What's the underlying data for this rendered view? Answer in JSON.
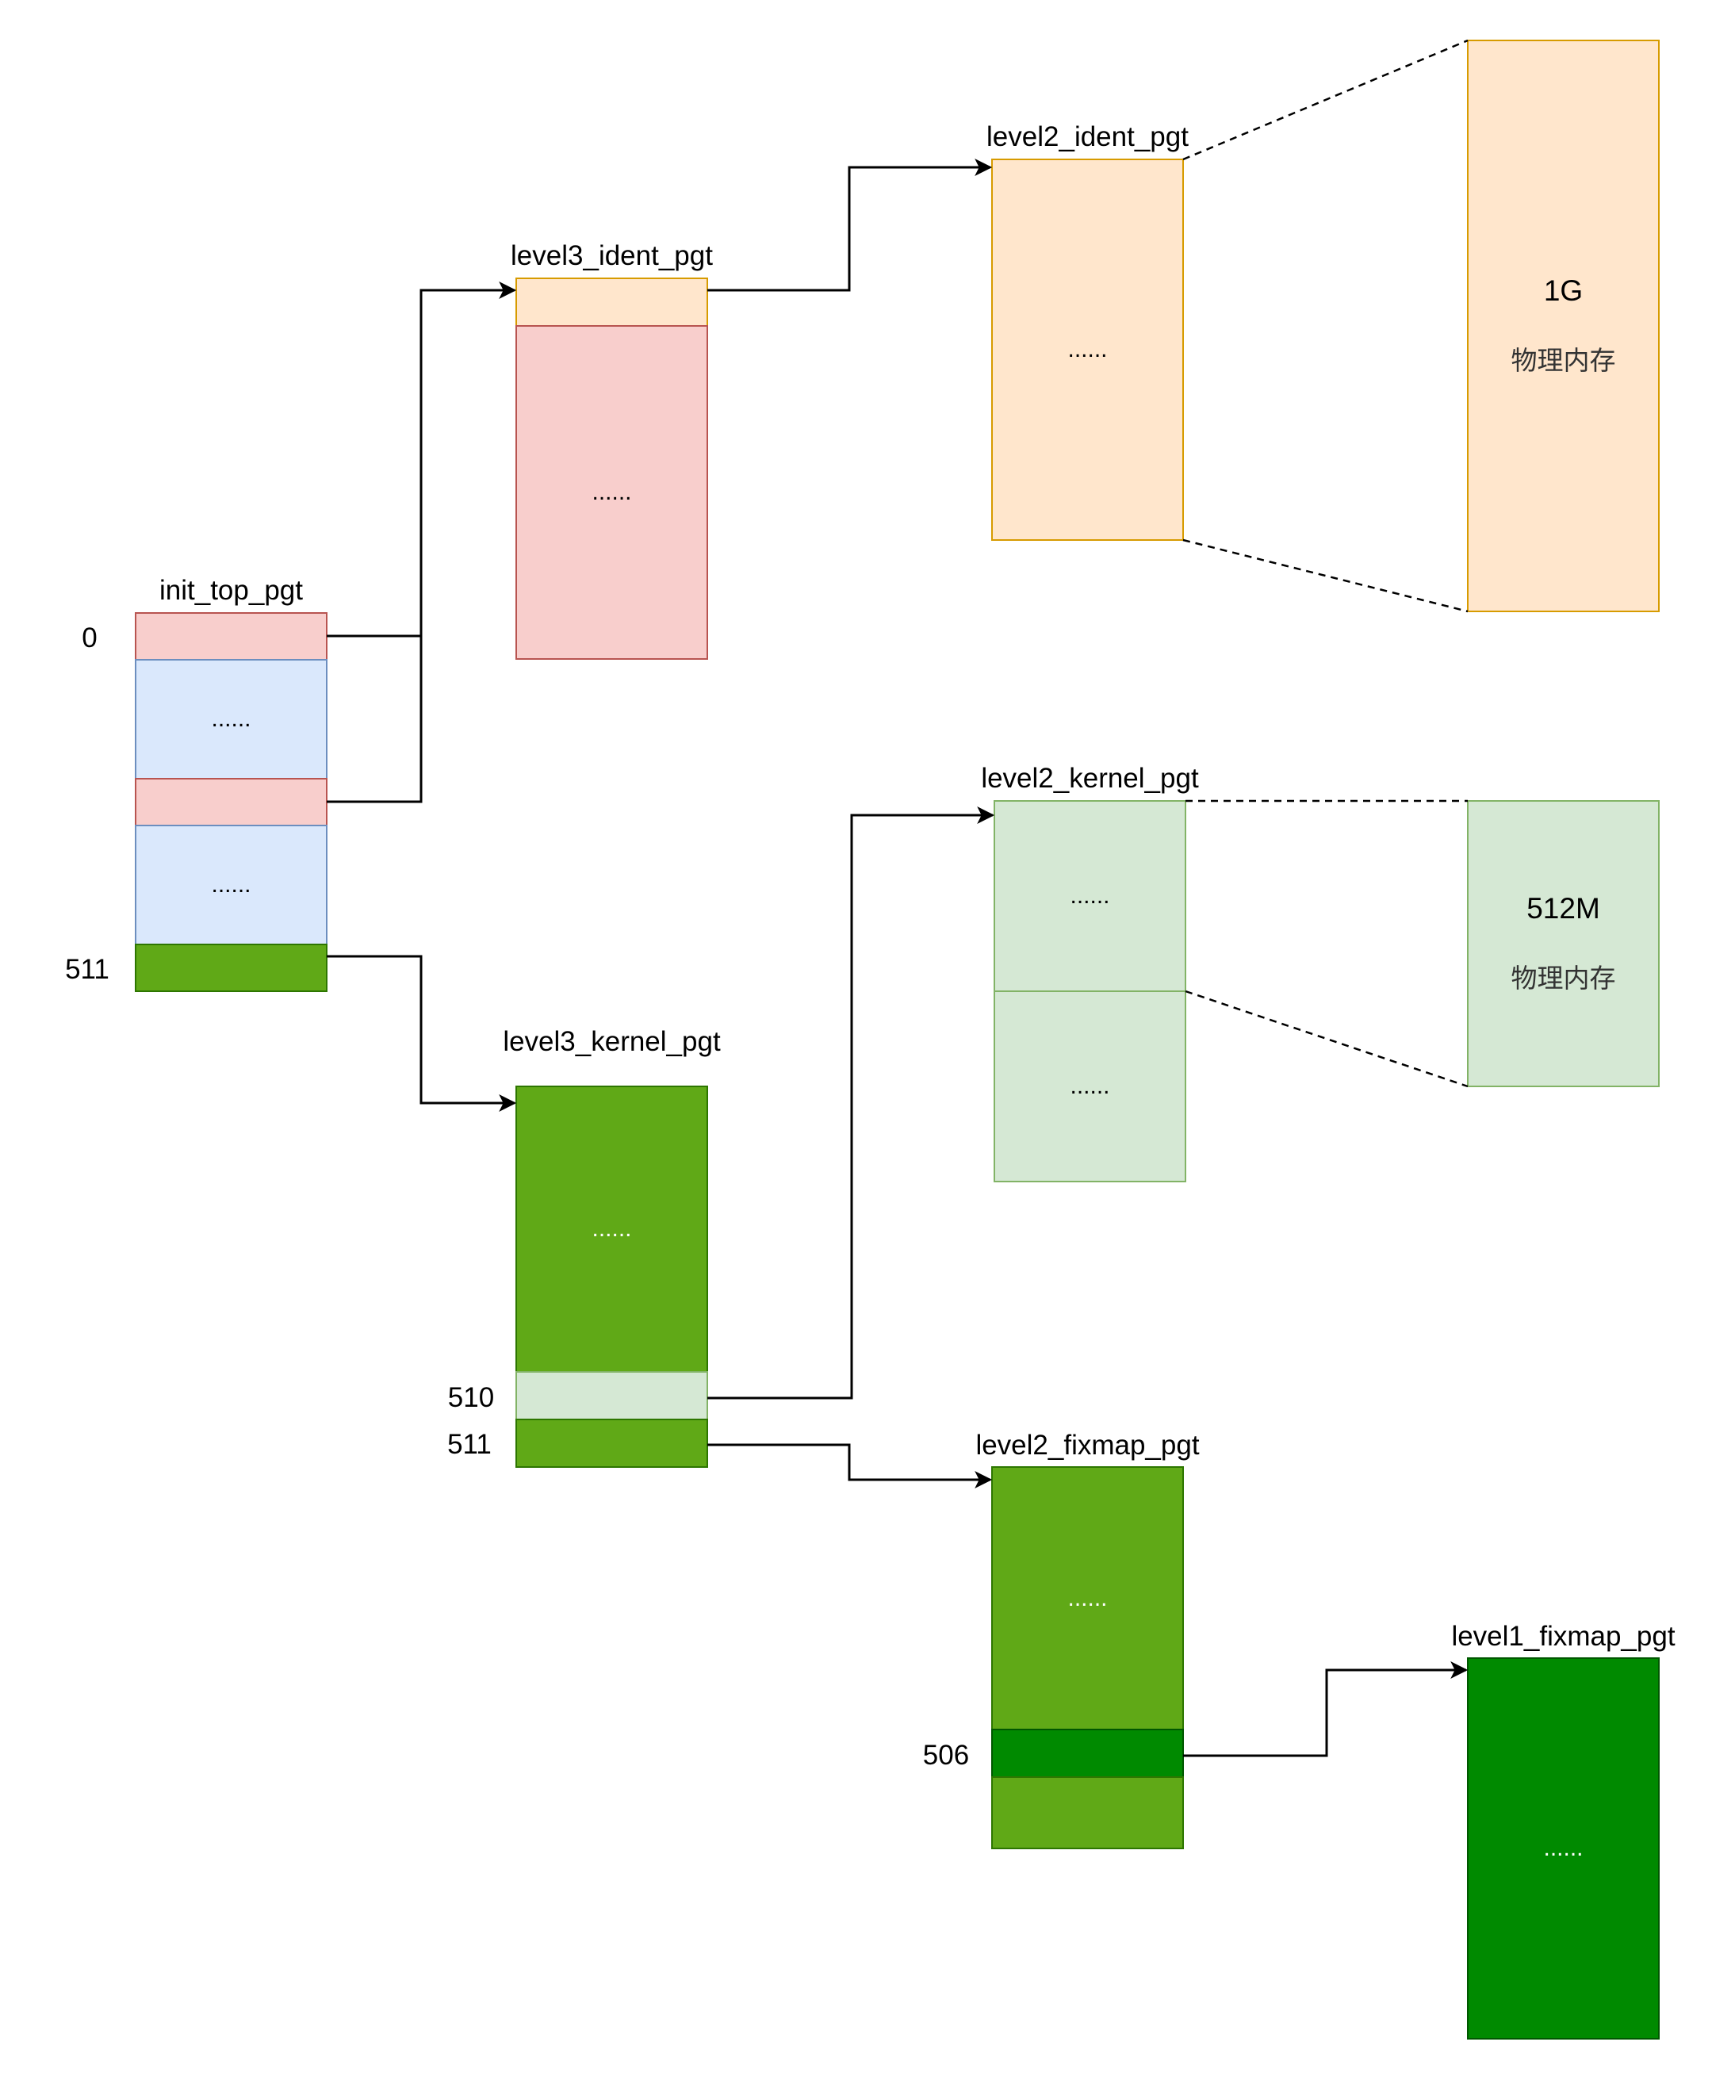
{
  "colors": {
    "red_fill": "#f8cecc",
    "red_stroke": "#b85450",
    "blue_fill": "#dae8fc",
    "blue_stroke": "#6c8ebf",
    "orange_fill": "#ffe6cc",
    "orange_stroke": "#d79b00",
    "lightgreen_fill": "#d5e8d4",
    "lightgreen_stroke": "#82b366",
    "green_fill": "#60a917",
    "green_stroke": "#2d7600",
    "darkgreen_fill": "#008a00",
    "darkgreen_stroke": "#005700"
  },
  "tables": {
    "init_top_pgt": {
      "title": "init_top_pgt",
      "ellipsis_1": "......",
      "ellipsis_2": "......",
      "index_0": "0",
      "index_511": "511"
    },
    "level3_ident_pgt": {
      "title": "level3_ident_pgt",
      "ellipsis": "......"
    },
    "level2_ident_pgt": {
      "title": "level2_ident_pgt",
      "ellipsis": "......"
    },
    "level2_kernel_pgt": {
      "title": "level2_kernel_pgt",
      "ellipsis_1": "......",
      "ellipsis_2": "......"
    },
    "level3_kernel_pgt": {
      "title": "level3_kernel_pgt",
      "ellipsis": "......",
      "index_510": "510",
      "index_511": "511"
    },
    "level2_fixmap_pgt": {
      "title": "level2_fixmap_pgt",
      "ellipsis": "......",
      "index_506": "506"
    },
    "level1_fixmap_pgt": {
      "title": "level1_fixmap_pgt",
      "ellipsis": "......"
    }
  },
  "memory": {
    "ident": {
      "size": "1G",
      "desc": "物理内存"
    },
    "kernel": {
      "size": "512M",
      "desc": "物理内存"
    }
  }
}
